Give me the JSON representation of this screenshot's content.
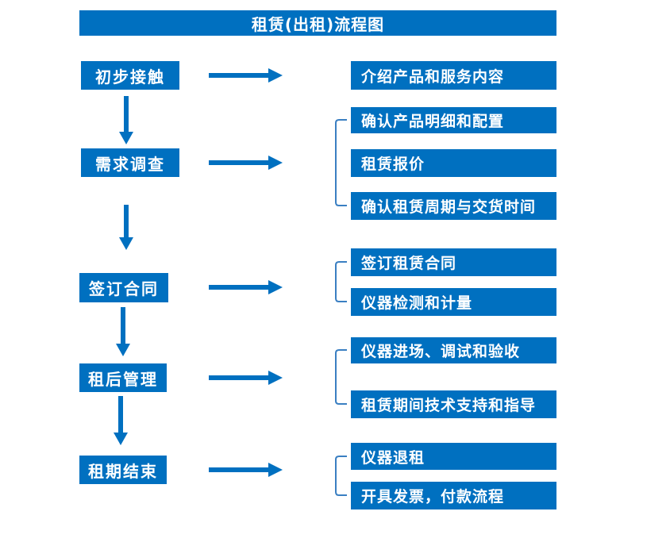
{
  "header": {
    "title": "租赁(出租)流程图"
  },
  "colors": {
    "primary": "#0070C0",
    "bracket": "#3A7FC2",
    "text_on_primary": "#FFFFFF",
    "background": "#FFFFFF"
  },
  "flow": {
    "steps": [
      {
        "label": "初步接触",
        "details": [
          "介绍产品和服务内容"
        ]
      },
      {
        "label": "需求调查",
        "details": [
          "确认产品明细和配置",
          "租赁报价",
          "确认租赁周期与交货时间"
        ]
      },
      {
        "label": "签订合同",
        "details": [
          "签订租赁合同",
          "仪器检测和计量"
        ]
      },
      {
        "label": "租后管理",
        "details": [
          "仪器进场、调试和验收",
          "租赁期间技术支持和指导"
        ]
      },
      {
        "label": "租期结束",
        "details": [
          "仪器退租",
          "开具发票，付款流程"
        ]
      }
    ]
  }
}
